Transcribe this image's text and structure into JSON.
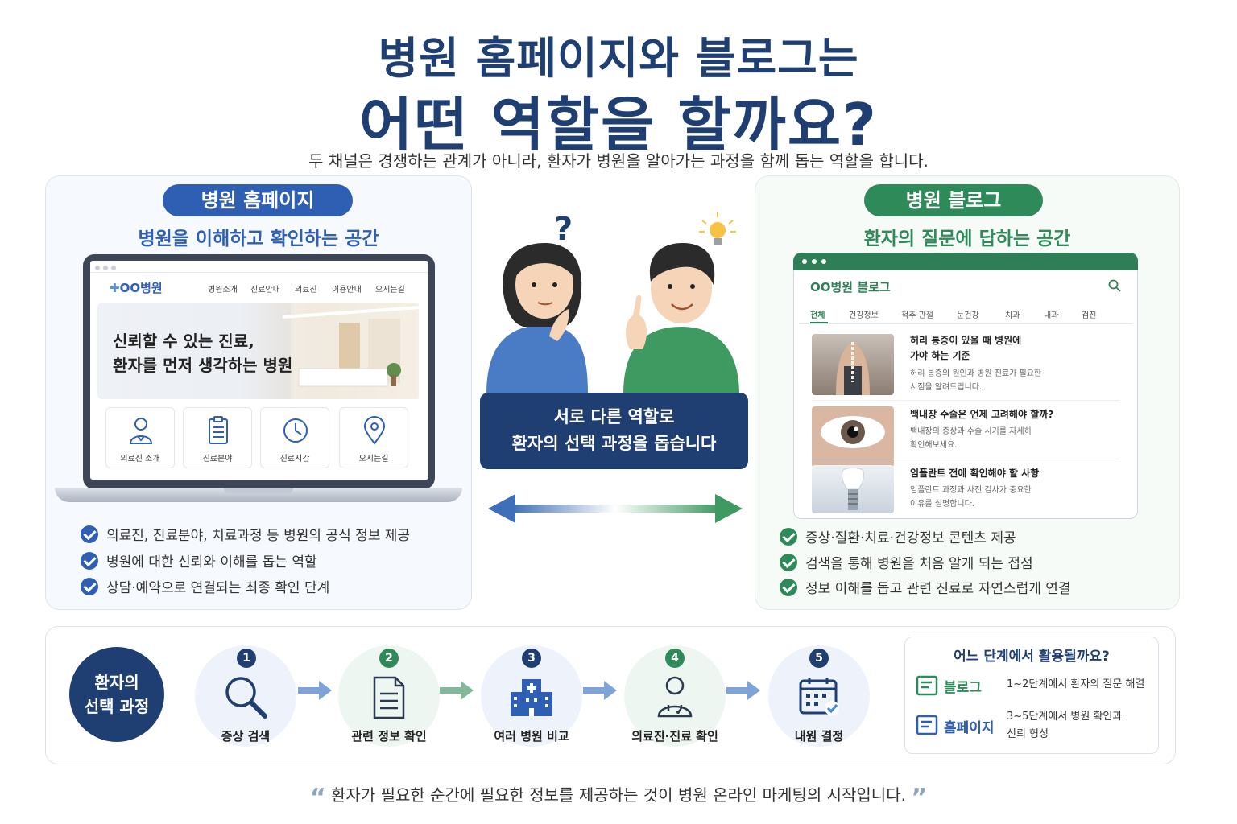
{
  "header": {
    "title_line1": "병원 홈페이지와 블로그는",
    "title_line2": "어떤 역할을 할까요?",
    "subtitle": "두 채널은 경쟁하는 관계가 아니라, 환자가 병원을 알아가는 과정을 함께 돕는 역할을 합니다."
  },
  "homepage": {
    "badge": "병원 홈페이지",
    "subtitle": "병원을 이해하고 확인하는 공간",
    "site": {
      "logo": "OO병원",
      "nav": [
        "병원소개",
        "진료안내",
        "의료진",
        "이용안내",
        "오시는길"
      ],
      "hero_line1": "신뢰할 수 있는 진료,",
      "hero_line2": "환자를 먼저 생각하는 병원",
      "quick_links": [
        "의료진 소개",
        "진료분야",
        "진료시간",
        "오시는길"
      ]
    },
    "points": [
      "의료진, 진료분야, 치료과정 등 병원의 공식 정보 제공",
      "병원에 대한 신뢰와 이해를 돕는 역할",
      "상담·예약으로 연결되는 최종 확인 단계"
    ]
  },
  "blog": {
    "badge": "병원 블로그",
    "subtitle": "환자의 질문에 답하는 공간",
    "site": {
      "logo": "OO병원 블로그",
      "tabs": [
        "전체",
        "건강정보",
        "척추·관절",
        "눈건강",
        "치과",
        "내과",
        "검진"
      ],
      "posts": [
        {
          "title_line1": "허리 통증이 있을 때 병원에",
          "title_line2": "가야 하는 기준",
          "desc_line1": "허리 통증의 원인과 병원 진료가 필요한",
          "desc_line2": "시점을 알려드립니다."
        },
        {
          "title_line1": "백내장 수술은 언제 고려해야 할까?",
          "title_line2": "",
          "desc_line1": "백내장의 증상과 수술 시기를 자세히",
          "desc_line2": "확인해보세요."
        },
        {
          "title_line1": "임플란트 전에 확인해야 할 사항",
          "title_line2": "",
          "desc_line1": "임플란트 과정과 사전 검사가 중요한",
          "desc_line2": "이유를 설명합니다."
        }
      ]
    },
    "points": [
      "증상·질환·치료·건강정보 콘텐츠 제공",
      "검색을 통해 병원을 처음 알게 되는 접점",
      "정보 이해를 돕고 관련 진료로 자연스럽게 연결"
    ]
  },
  "center": {
    "question_mark": "?",
    "line1": "서로 다른 역할로",
    "line2": "환자의 선택 과정을 돕습니다"
  },
  "process": {
    "title_line1": "환자의",
    "title_line2": "선택 과정",
    "steps": [
      {
        "num": "1",
        "label": "증상 검색"
      },
      {
        "num": "2",
        "label": "관련 정보 확인"
      },
      {
        "num": "3",
        "label": "여러 병원 비교"
      },
      {
        "num": "4",
        "label": "의료진·진료 확인"
      },
      {
        "num": "5",
        "label": "내원 결정"
      }
    ],
    "usage": {
      "title": "어느 단계에서 활용될까요?",
      "blog_name": "블로그",
      "blog_desc": "1~2단계에서 환자의 질문 해결",
      "hp_name": "홈페이지",
      "hp_desc_line1": "3~5단계에서 병원 확인과",
      "hp_desc_line2": "신뢰 형성"
    }
  },
  "footer": {
    "quote": "환자가 필요한 순간에 필요한 정보를 제공하는 것이 병원 온라인 마케팅의 시작입니다.",
    "open_mark": "“",
    "close_mark": "”"
  },
  "colors": {
    "navy": "#1f3f73",
    "blue": "#2f5fb3",
    "green": "#2f8a5a"
  }
}
